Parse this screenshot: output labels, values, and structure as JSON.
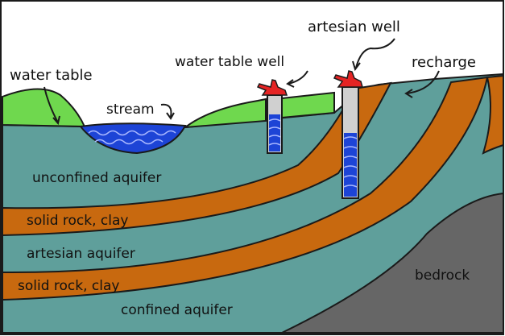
{
  "labels": {
    "water_table": "water table",
    "stream": "stream",
    "water_table_well": "water table well",
    "artesian_well": "artesian well",
    "recharge": "recharge",
    "unconfined_aquifer": "unconfined aquifer",
    "solid_rock_clay_upper": "solid rock, clay",
    "artesian_aquifer": "artesian aquifer",
    "solid_rock_clay_lower": "solid rock, clay",
    "bedrock": "bedrock",
    "confined_aquifer": "confined aquifer"
  },
  "colors": {
    "aquifer": "#5f9f9b",
    "clay": "#c8690f",
    "grass": "#6fd84e",
    "bedrock": "#666666",
    "water": "#1d44d6",
    "pump": "#e52424",
    "casing": "#d0d0d0",
    "outline": "#1a1a1a"
  }
}
